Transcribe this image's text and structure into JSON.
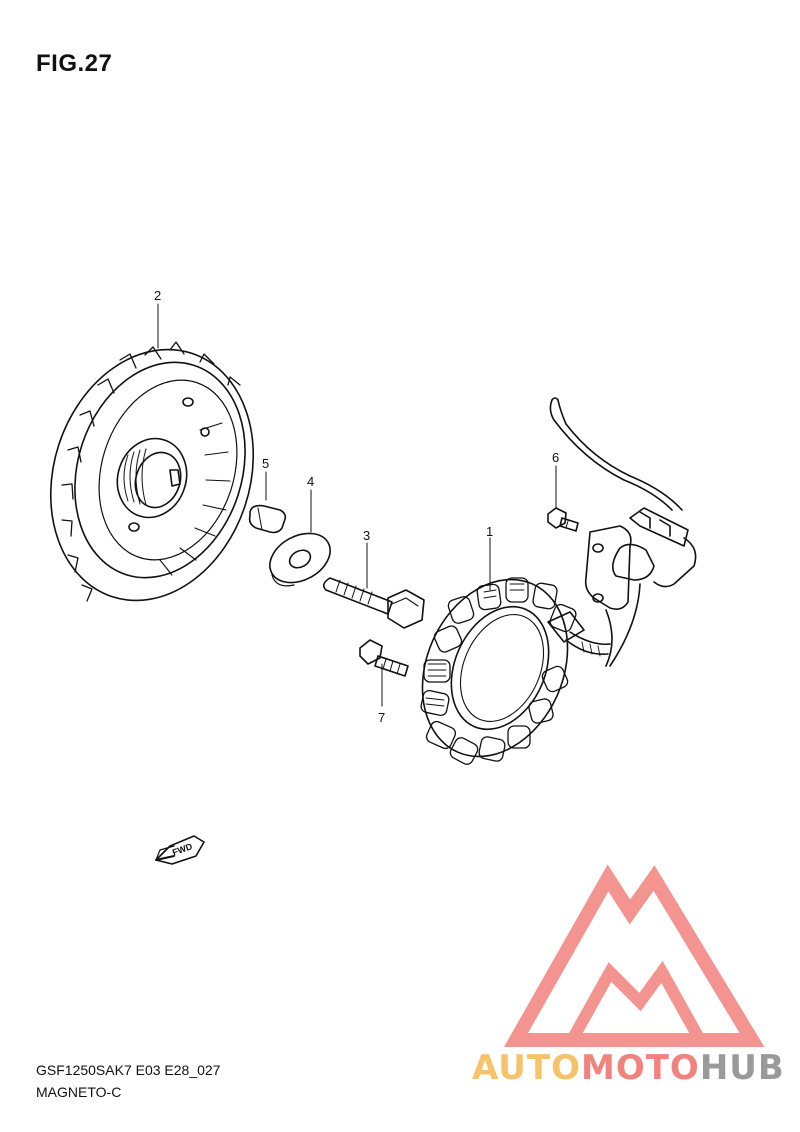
{
  "figure": {
    "title": "FIG.27"
  },
  "footer": {
    "model_code": "GSF1250SAK7 E03 E28_027",
    "section_name": "MAGNETO-C"
  },
  "callouts": [
    "1",
    "2",
    "3",
    "4",
    "5",
    "6",
    "7"
  ],
  "direction_label": "FWD",
  "watermark": {
    "part_a": "AUTO",
    "part_b": "MOTO",
    "part_c": "HUB"
  },
  "colors": {
    "ink": "#111111",
    "watermark_red": "#f2827e",
    "watermark_yellow": "#f6c26a",
    "watermark_gray": "#9a9a9a"
  }
}
